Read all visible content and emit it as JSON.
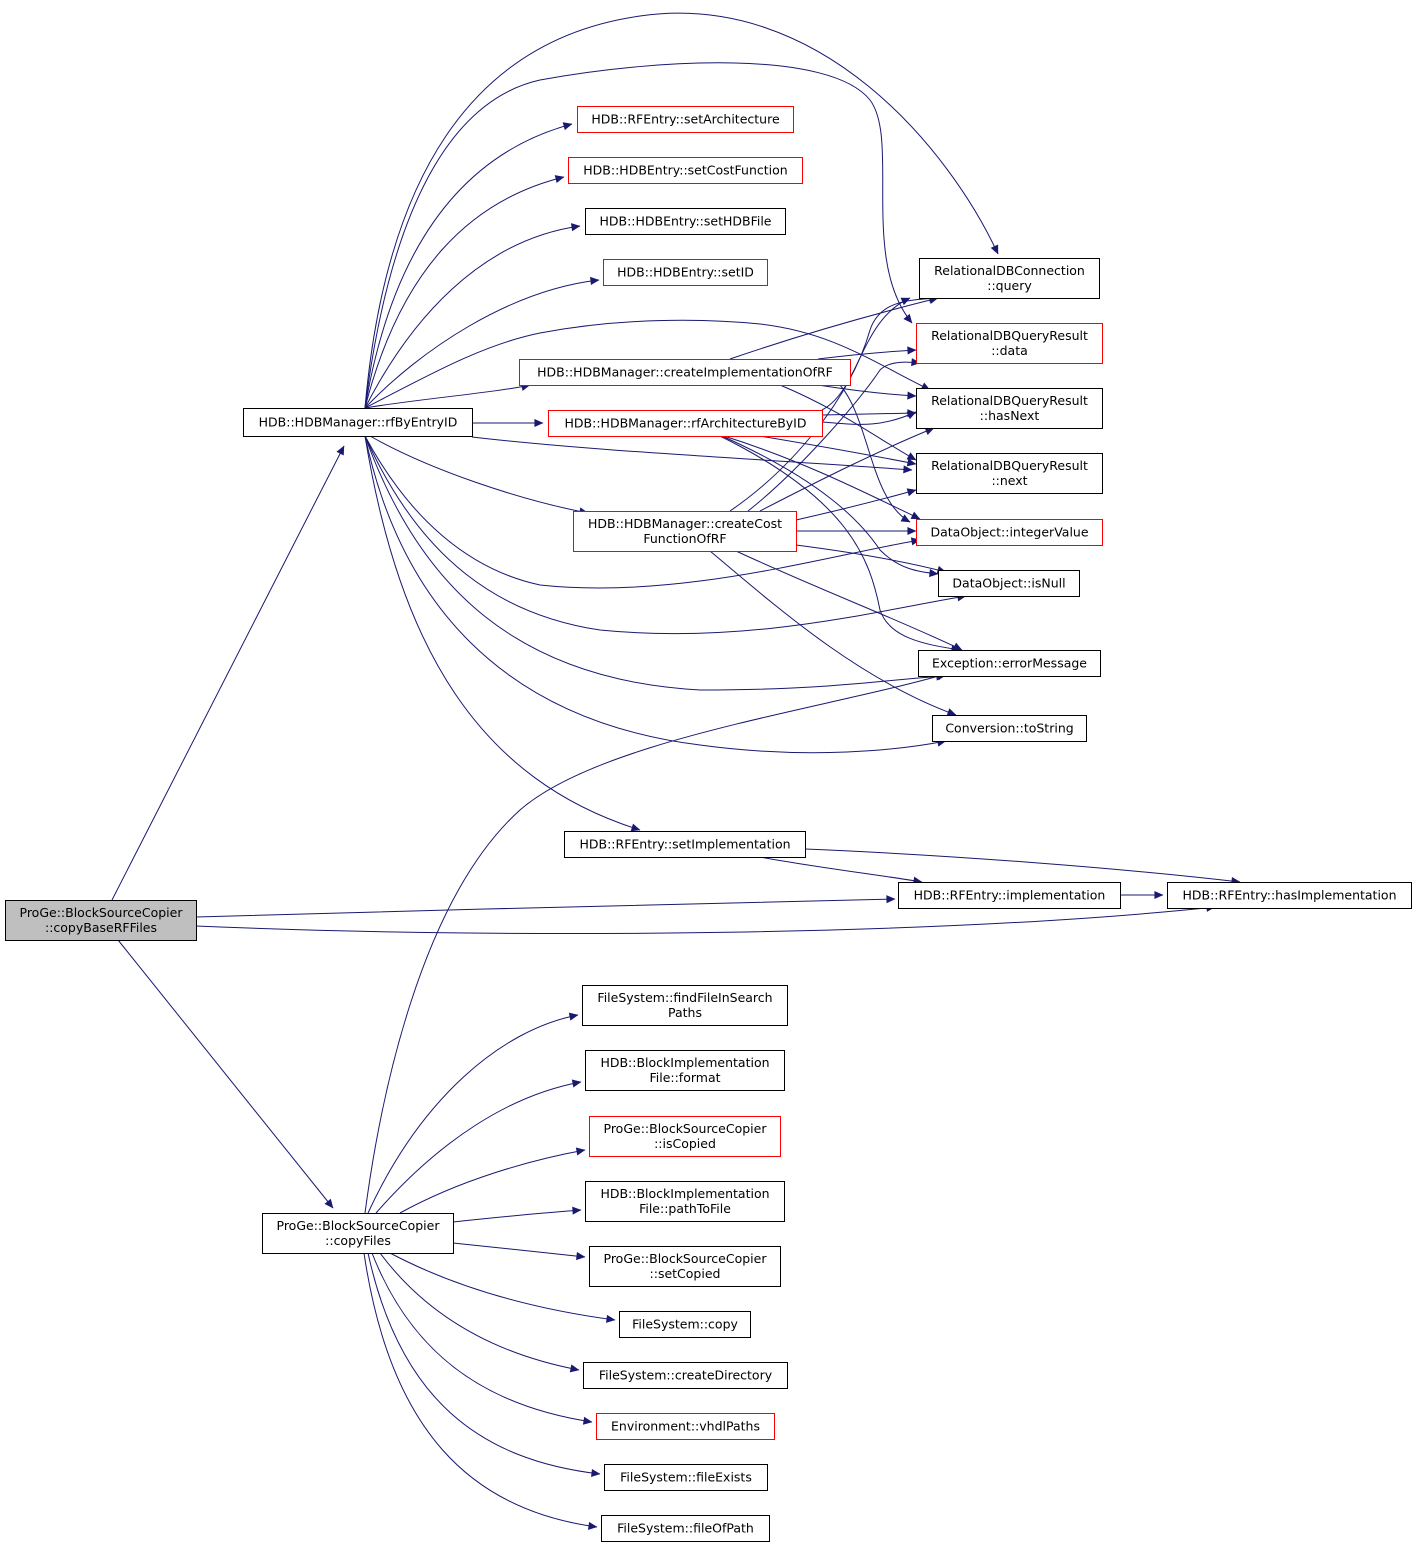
{
  "colors": {
    "edge": "#191970",
    "arrowhead": "#191970",
    "node_border_normal": "#000000",
    "node_border_truncated": "#ff0000",
    "node_fill_focus": "#bfbfbf",
    "node_fill": "#ffffff",
    "label_text": "#000000"
  },
  "nodes": [
    {
      "id": "copyBaseRFFiles",
      "lines": [
        "ProGe::BlockSourceCopier",
        "::copyBaseRFFiles"
      ],
      "style": "focus"
    },
    {
      "id": "rfByEntryID",
      "lines": [
        "HDB::HDBManager::rfByEntryID"
      ],
      "style": "normal"
    },
    {
      "id": "copyFiles",
      "lines": [
        "ProGe::BlockSourceCopier",
        "::copyFiles"
      ],
      "style": "normal"
    },
    {
      "id": "setArchitecture",
      "lines": [
        "HDB::RFEntry::setArchitecture"
      ],
      "style": "truncated"
    },
    {
      "id": "setCostFunction",
      "lines": [
        "HDB::HDBEntry::setCostFunction"
      ],
      "style": "truncated"
    },
    {
      "id": "setHDBFile",
      "lines": [
        "HDB::HDBEntry::setHDBFile"
      ],
      "style": "normal"
    },
    {
      "id": "setID",
      "lines": [
        "HDB::HDBEntry::setID"
      ],
      "style": "truncated"
    },
    {
      "id": "createImplementationOfRF",
      "lines": [
        "HDB::HDBManager::createImplementationOfRF"
      ],
      "style": "truncated"
    },
    {
      "id": "rfArchitectureByID",
      "lines": [
        "HDB::HDBManager::rfArchitectureByID"
      ],
      "style": "truncated"
    },
    {
      "id": "createCostFunctionOfRF",
      "lines": [
        "HDB::HDBManager::createCost",
        "FunctionOfRF"
      ],
      "style": "truncated"
    },
    {
      "id": "query",
      "lines": [
        "RelationalDBConnection",
        "::query"
      ],
      "style": "normal"
    },
    {
      "id": "data",
      "lines": [
        "RelationalDBQueryResult",
        "::data"
      ],
      "style": "truncated"
    },
    {
      "id": "hasNext",
      "lines": [
        "RelationalDBQueryResult",
        "::hasNext"
      ],
      "style": "normal"
    },
    {
      "id": "next",
      "lines": [
        "RelationalDBQueryResult",
        "::next"
      ],
      "style": "normal"
    },
    {
      "id": "integerValue",
      "lines": [
        "DataObject::integerValue"
      ],
      "style": "truncated"
    },
    {
      "id": "isNull",
      "lines": [
        "DataObject::isNull"
      ],
      "style": "normal"
    },
    {
      "id": "errorMessage",
      "lines": [
        "Exception::errorMessage"
      ],
      "style": "normal"
    },
    {
      "id": "toString",
      "lines": [
        "Conversion::toString"
      ],
      "style": "normal"
    },
    {
      "id": "setImplementation",
      "lines": [
        "HDB::RFEntry::setImplementation"
      ],
      "style": "normal"
    },
    {
      "id": "implementation",
      "lines": [
        "HDB::RFEntry::implementation"
      ],
      "style": "normal"
    },
    {
      "id": "hasImplementation",
      "lines": [
        "HDB::RFEntry::hasImplementation"
      ],
      "style": "normal"
    },
    {
      "id": "findFileInSearchPaths",
      "lines": [
        "FileSystem::findFileInSearch",
        "Paths"
      ],
      "style": "normal"
    },
    {
      "id": "format",
      "lines": [
        "HDB::BlockImplementation",
        "File::format"
      ],
      "style": "normal"
    },
    {
      "id": "isCopied",
      "lines": [
        "ProGe::BlockSourceCopier",
        "::isCopied"
      ],
      "style": "truncated"
    },
    {
      "id": "pathToFile",
      "lines": [
        "HDB::BlockImplementation",
        "File::pathToFile"
      ],
      "style": "normal"
    },
    {
      "id": "setCopied",
      "lines": [
        "ProGe::BlockSourceCopier",
        "::setCopied"
      ],
      "style": "normal"
    },
    {
      "id": "copy",
      "lines": [
        "FileSystem::copy"
      ],
      "style": "normal"
    },
    {
      "id": "createDirectory",
      "lines": [
        "FileSystem::createDirectory"
      ],
      "style": "normal"
    },
    {
      "id": "vhdlPaths",
      "lines": [
        "Environment::vhdlPaths"
      ],
      "style": "truncated"
    },
    {
      "id": "fileExists",
      "lines": [
        "FileSystem::fileExists"
      ],
      "style": "normal"
    },
    {
      "id": "fileOfPath",
      "lines": [
        "FileSystem::fileOfPath"
      ],
      "style": "normal"
    }
  ],
  "edges": [
    [
      "copyBaseRFFiles",
      "rfByEntryID"
    ],
    [
      "copyBaseRFFiles",
      "copyFiles"
    ],
    [
      "copyBaseRFFiles",
      "implementation"
    ],
    [
      "copyBaseRFFiles",
      "hasImplementation"
    ],
    [
      "rfByEntryID",
      "setArchitecture"
    ],
    [
      "rfByEntryID",
      "setCostFunction"
    ],
    [
      "rfByEntryID",
      "setHDBFile"
    ],
    [
      "rfByEntryID",
      "setID"
    ],
    [
      "rfByEntryID",
      "createImplementationOfRF"
    ],
    [
      "rfByEntryID",
      "rfArchitectureByID"
    ],
    [
      "rfByEntryID",
      "createCostFunctionOfRF"
    ],
    [
      "rfByEntryID",
      "query"
    ],
    [
      "rfByEntryID",
      "data"
    ],
    [
      "rfByEntryID",
      "hasNext"
    ],
    [
      "rfByEntryID",
      "next"
    ],
    [
      "rfByEntryID",
      "integerValue"
    ],
    [
      "rfByEntryID",
      "isNull"
    ],
    [
      "rfByEntryID",
      "errorMessage"
    ],
    [
      "rfByEntryID",
      "toString"
    ],
    [
      "rfByEntryID",
      "setImplementation"
    ],
    [
      "createImplementationOfRF",
      "query"
    ],
    [
      "createImplementationOfRF",
      "data"
    ],
    [
      "createImplementationOfRF",
      "hasNext"
    ],
    [
      "createImplementationOfRF",
      "next"
    ],
    [
      "createImplementationOfRF",
      "integerValue"
    ],
    [
      "rfArchitectureByID",
      "query"
    ],
    [
      "rfArchitectureByID",
      "data"
    ],
    [
      "rfArchitectureByID",
      "hasNext"
    ],
    [
      "rfArchitectureByID",
      "next"
    ],
    [
      "rfArchitectureByID",
      "integerValue"
    ],
    [
      "rfArchitectureByID",
      "isNull"
    ],
    [
      "rfArchitectureByID",
      "errorMessage"
    ],
    [
      "createCostFunctionOfRF",
      "query"
    ],
    [
      "createCostFunctionOfRF",
      "data"
    ],
    [
      "createCostFunctionOfRF",
      "hasNext"
    ],
    [
      "createCostFunctionOfRF",
      "next"
    ],
    [
      "createCostFunctionOfRF",
      "integerValue"
    ],
    [
      "createCostFunctionOfRF",
      "isNull"
    ],
    [
      "createCostFunctionOfRF",
      "errorMessage"
    ],
    [
      "createCostFunctionOfRF",
      "toString"
    ],
    [
      "setImplementation",
      "implementation"
    ],
    [
      "setImplementation",
      "hasImplementation"
    ],
    [
      "implementation",
      "hasImplementation"
    ],
    [
      "copyFiles",
      "findFileInSearchPaths"
    ],
    [
      "copyFiles",
      "format"
    ],
    [
      "copyFiles",
      "isCopied"
    ],
    [
      "copyFiles",
      "pathToFile"
    ],
    [
      "copyFiles",
      "setCopied"
    ],
    [
      "copyFiles",
      "copy"
    ],
    [
      "copyFiles",
      "createDirectory"
    ],
    [
      "copyFiles",
      "vhdlPaths"
    ],
    [
      "copyFiles",
      "fileExists"
    ],
    [
      "copyFiles",
      "fileOfPath"
    ],
    [
      "copyFiles",
      "errorMessage"
    ]
  ]
}
